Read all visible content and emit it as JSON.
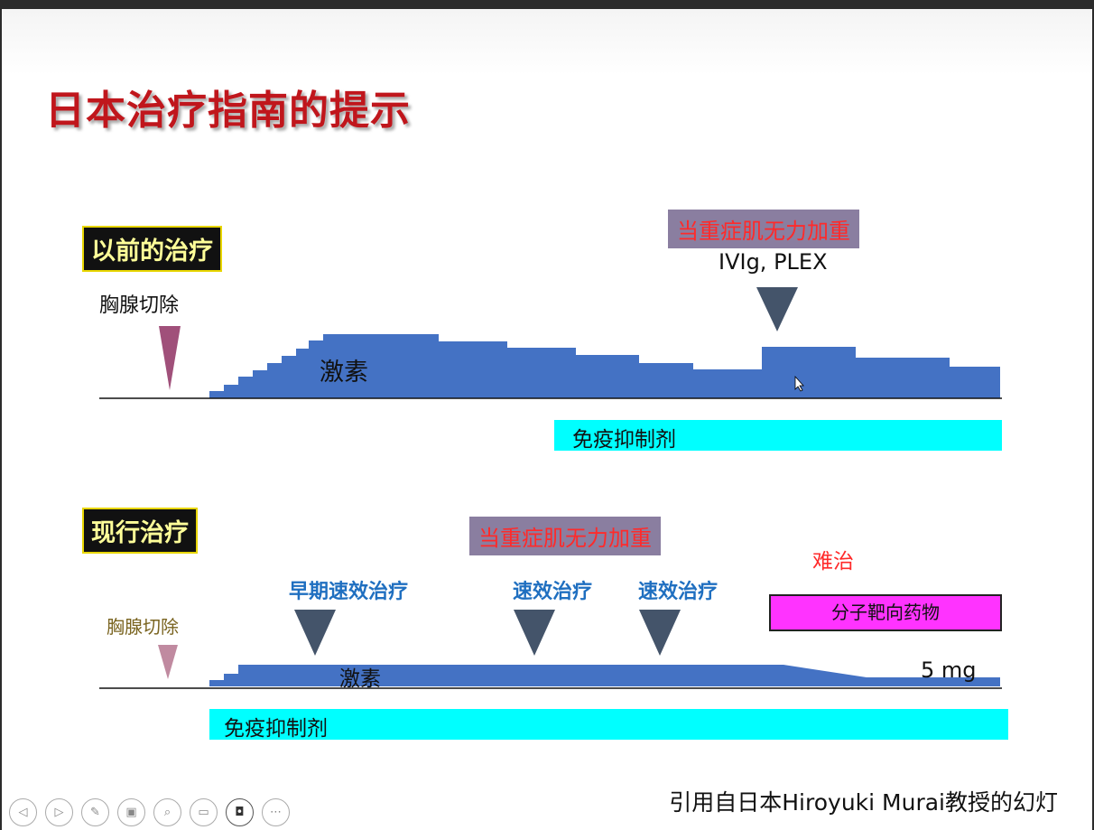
{
  "title": "日本治疗指南的提示",
  "previous": {
    "label": "以前的治疗",
    "thymectomy": "胸腺切除",
    "worsening_box": "当重症肌无力加重",
    "rescue": "IVIg, PLEX",
    "steroid": "激素",
    "immunosuppressant": "免疫抑制剂"
  },
  "current": {
    "label": "现行治疗",
    "thymectomy": "胸腺切除",
    "worsening_box": "当重症肌无力加重",
    "early_fast": "早期速效治疗",
    "fast1": "速效治疗",
    "fast2": "速效治疗",
    "refractory": "难治",
    "targeted": "分子靶向药物",
    "steroid": "激素",
    "dose": "5 mg",
    "immunosuppressant": "免疫抑制剂"
  },
  "credit": "引用自日本Hiroyuki Murai教授的幻灯",
  "toolbar": {
    "buttons": [
      {
        "name": "prev-icon",
        "glyph": "◁"
      },
      {
        "name": "next-icon",
        "glyph": "▷"
      },
      {
        "name": "pen-icon",
        "glyph": "✎"
      },
      {
        "name": "slides-icon",
        "glyph": "▣"
      },
      {
        "name": "zoom-icon",
        "glyph": "⌕"
      },
      {
        "name": "screen-icon",
        "glyph": "▭"
      },
      {
        "name": "camera-icon",
        "glyph": "◘"
      },
      {
        "name": "more-icon",
        "glyph": "⋯"
      }
    ]
  },
  "colors": {
    "title": "#c0161c",
    "steroid_area": "#4472c4",
    "immunosuppressant_bar": "#00ffff",
    "arrow_dark": "#44546a",
    "thymectomy_arrow_top": "#a0507a",
    "thymectomy_arrow_bottom": "#c08aa0",
    "targeted_box": "#ff33ff",
    "worsening_text": "#ff2a2a",
    "fast_text": "#1f6fc0"
  }
}
